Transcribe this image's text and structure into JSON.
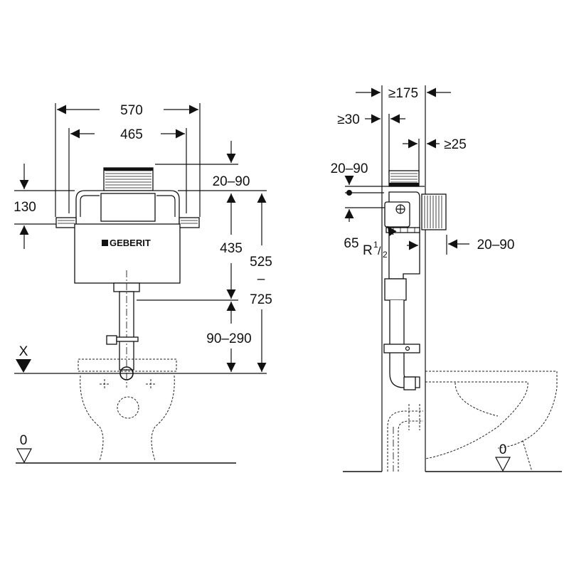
{
  "front_view": {
    "dim_width_outer": "570",
    "dim_width_inner": "465",
    "dim_actuator": "20–90",
    "dim_bracket": "130",
    "dim_height_tank": "435",
    "dim_total_from": "525",
    "dim_total_sep": "–",
    "dim_total_to": "725",
    "dim_outlet": "90–290",
    "level_x": "X",
    "level_zero": "0",
    "brand_logo": "GEBERIT"
  },
  "side_view": {
    "dim_depth": "≥175",
    "dim_front_gap": "≥30",
    "dim_rear_gap": "≥25",
    "dim_actuator": "20–90",
    "dim_supply": "65",
    "thread_label": "R",
    "thread_num": "1",
    "thread_den": "2",
    "dim_wall": "20–90",
    "level_zero": "0"
  }
}
